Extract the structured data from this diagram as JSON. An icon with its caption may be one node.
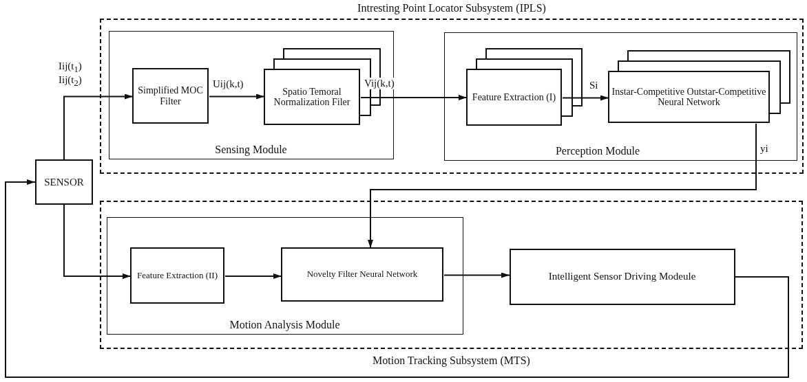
{
  "diagram": {
    "nodes": [
      {
        "text": [
          "Intresting Point Locator Subsystem (IPLS)"
        ]
      },
      {
        "text": [
          "Sensing Module"
        ],
        "in": 0
      },
      {
        "text": [
          "Simplified MOC Filter"
        ],
        "in": 1
      },
      {
        "text": [
          "Spatio Temoral Normalization Filer"
        ],
        "in": 1
      },
      {
        "text": [
          "Perception Module"
        ],
        "in": 0
      },
      {
        "text": [
          "Feature Extraction (I)"
        ],
        "in": 4
      },
      {
        "text": [
          "Instar-Competitive Outstar-Competitive Neural Network"
        ],
        "in": 4
      },
      {
        "text": [
          "SENSOR"
        ]
      },
      {
        "text": [
          "Motion Tracking  Subsystem (MTS)"
        ]
      },
      {
        "text": [
          "Motion Analysis Module"
        ],
        "in": 8
      },
      {
        "text": [
          "Feature Extraction (II)"
        ],
        "in": 9
      },
      {
        "text": [
          "Novelty Filter Neural Network"
        ],
        "in": 9
      },
      {
        "text": [
          "Intelligent Sensor Driving Modeule"
        ],
        "in": 8
      }
    ],
    "edges": [
      {
        "from": 7,
        "to": 2,
        "arrow": "to",
        "label": "Iij(t$_{1}$) Iij(t$_{2}$)"
      },
      {
        "from": 2,
        "to": 3,
        "arrow": "to",
        "label": "Uij(k,t)"
      },
      {
        "from": 3,
        "to": 5,
        "arrow": "to",
        "label": "Vij(k,t)"
      },
      {
        "from": 5,
        "to": 6,
        "arrow": "to",
        "label": "Si"
      },
      {
        "from": 6,
        "to": 11,
        "arrow": "to",
        "label": "yi"
      },
      {
        "from": 7,
        "to": 10,
        "arrow": "to"
      },
      {
        "from": 10,
        "to": 11,
        "arrow": "to"
      },
      {
        "from": 11,
        "to": 12,
        "arrow": "to"
      },
      {
        "from": 12,
        "to": 7,
        "arrow": "to"
      }
    ]
  }
}
